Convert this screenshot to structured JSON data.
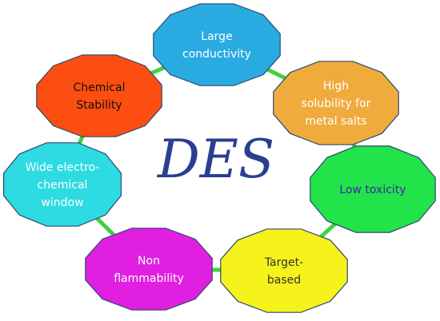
{
  "center": {
    "label": "DES",
    "color": "#2a3f93"
  },
  "ring": {
    "connector_color": "#3fd13f"
  },
  "nodes": [
    {
      "id": "large-conductivity",
      "lines": [
        "Large",
        "conductivity"
      ],
      "fill": "#29abe2",
      "text_color": "#ffffff"
    },
    {
      "id": "high-solubility",
      "lines": [
        "High",
        "solubility for",
        "metal salts"
      ],
      "fill": "#f0ab3d",
      "text_color": "#ffffff"
    },
    {
      "id": "low-toxicity",
      "lines": [
        "Low toxicity"
      ],
      "fill": "#22e34a",
      "text_color": "#3d2aa0"
    },
    {
      "id": "target-based",
      "lines": [
        "Target-",
        "based"
      ],
      "fill": "#f6f21b",
      "text_color": "#333333"
    },
    {
      "id": "non-flammability",
      "lines": [
        "Non",
        "flammability"
      ],
      "fill": "#e01fe0",
      "text_color": "#ffffff"
    },
    {
      "id": "wide-window",
      "lines": [
        "Wide electro-",
        "chemical",
        "window"
      ],
      "fill": "#2fdbe2",
      "text_color": "#ffffff"
    },
    {
      "id": "chemical-stability",
      "lines": [
        "Chemical",
        "Stability"
      ],
      "fill": "#fb4e10",
      "text_color": "#111111"
    }
  ]
}
